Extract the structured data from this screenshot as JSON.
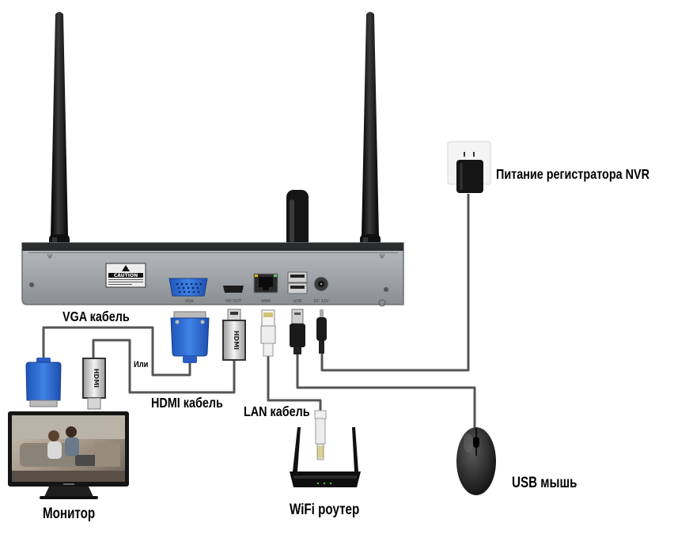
{
  "labels": {
    "vga_cable": "VGA кабель",
    "or": "Или",
    "hdmi_cable": "HDMI кабель",
    "lan_cable": "LAN кабель",
    "power": "Питание регистратора NVR",
    "usb_mouse": "USB мышь",
    "monitor": "Монитор",
    "wifi_router": "WiFi роутер"
  },
  "device": {
    "caution": "CAUTION",
    "ports": {
      "vga": "VGA",
      "hdmi": "HD OUT",
      "wan": "WAN",
      "usb": "USB",
      "dc": "DC 12V"
    },
    "hdmi_plug_text": "HDMI"
  },
  "colors": {
    "wire": "#555555",
    "nvr_body": "#9ea2a6",
    "vga_blue": "#2f6fd6",
    "antenna": "#141414"
  },
  "icons": {
    "antennas": "antenna-icon",
    "usb_dongle": "usb-wifi-dongle-icon",
    "monitor": "monitor-icon",
    "router": "router-icon",
    "mouse": "mouse-icon",
    "outlet": "power-outlet-icon"
  }
}
